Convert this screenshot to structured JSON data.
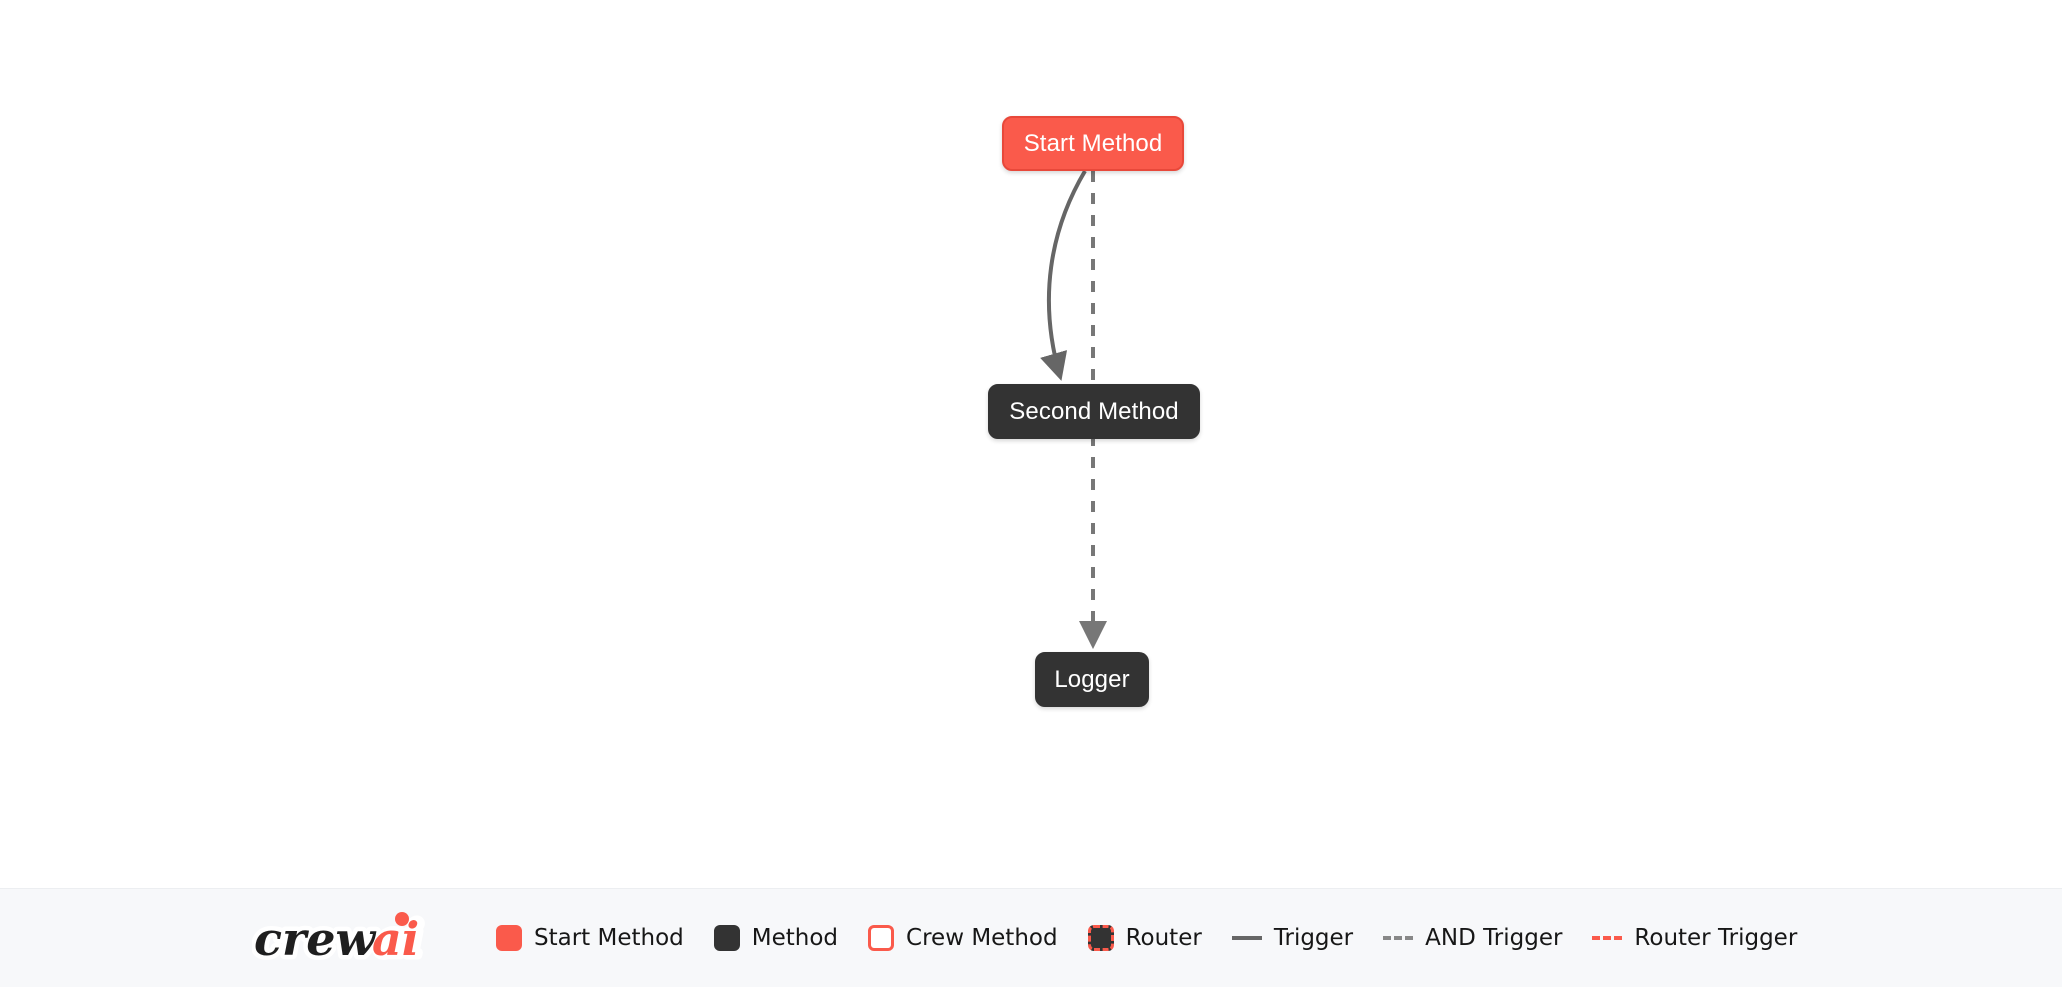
{
  "canvas": {
    "background": "#ffffff",
    "nodes": [
      {
        "id": "start-method",
        "label": "Start Method",
        "type": "start",
        "color": "#fa5a4b",
        "text_color": "#ffffff"
      },
      {
        "id": "second-method",
        "label": "Second Method",
        "type": "method",
        "color": "#333333",
        "text_color": "#ffffff"
      },
      {
        "id": "logger",
        "label": "Logger",
        "type": "method",
        "color": "#333333",
        "text_color": "#ffffff"
      }
    ],
    "edges": [
      {
        "from": "start-method",
        "to": "second-method",
        "style": "solid",
        "color": "#666666",
        "kind": "Trigger"
      },
      {
        "from": "start-method",
        "to": "logger",
        "style": "dashed",
        "color": "#777777",
        "kind": "AND Trigger"
      }
    ]
  },
  "legend": {
    "logo": {
      "text_primary": "crew",
      "text_accent": "ai",
      "accent_color": "#fa5a4b",
      "primary_color": "#1f1f1f"
    },
    "items": [
      {
        "label": "Start Method",
        "marker": "swatch",
        "marker_name": "start-method-swatch",
        "color": "#fa5a4b"
      },
      {
        "label": "Method",
        "marker": "swatch",
        "marker_name": "method-swatch",
        "color": "#333333"
      },
      {
        "label": "Crew Method",
        "marker": "swatch",
        "marker_name": "crew-method-swatch",
        "color": "#ffffff"
      },
      {
        "label": "Router",
        "marker": "swatch",
        "marker_name": "router-swatch",
        "color": "#333333"
      },
      {
        "label": "Trigger",
        "marker": "line",
        "marker_name": "trigger-line",
        "color": "#666666"
      },
      {
        "label": "AND Trigger",
        "marker": "line",
        "marker_name": "and-trigger-line",
        "color": "#888888"
      },
      {
        "label": "Router Trigger",
        "marker": "line",
        "marker_name": "router-trigger-line",
        "color": "#fa5a4b"
      }
    ]
  }
}
